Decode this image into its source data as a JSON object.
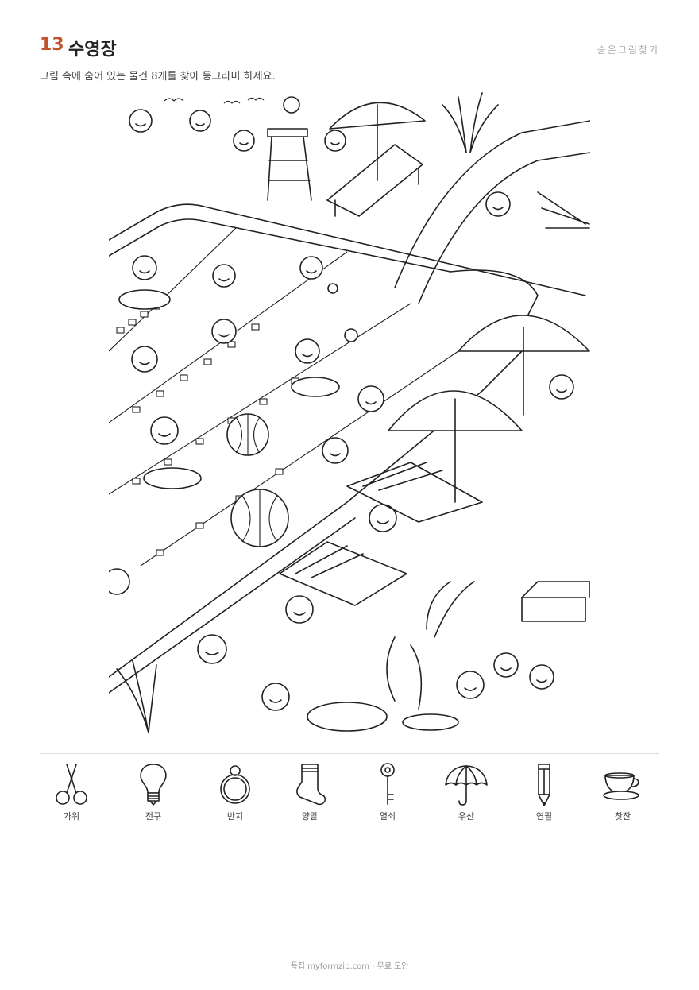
{
  "header": {
    "number": "13",
    "title": "수영장",
    "category": "숨은그림찾기"
  },
  "instruction": "그림 속에 숨어 있는 물건 8개를 찾아 동그라미 하세요.",
  "hidden_items": [
    {
      "label": "가위",
      "icon": "scissors-icon"
    },
    {
      "label": "전구",
      "icon": "lightbulb-icon"
    },
    {
      "label": "반지",
      "icon": "ring-icon"
    },
    {
      "label": "양말",
      "icon": "sock-icon"
    },
    {
      "label": "열쇠",
      "icon": "key-icon"
    },
    {
      "label": "우산",
      "icon": "umbrella-icon"
    },
    {
      "label": "연필",
      "icon": "pencil-icon"
    },
    {
      "label": "찻잔",
      "icon": "teacup-icon"
    }
  ],
  "footer": "폼집 myformzip.com · 무료 도안"
}
